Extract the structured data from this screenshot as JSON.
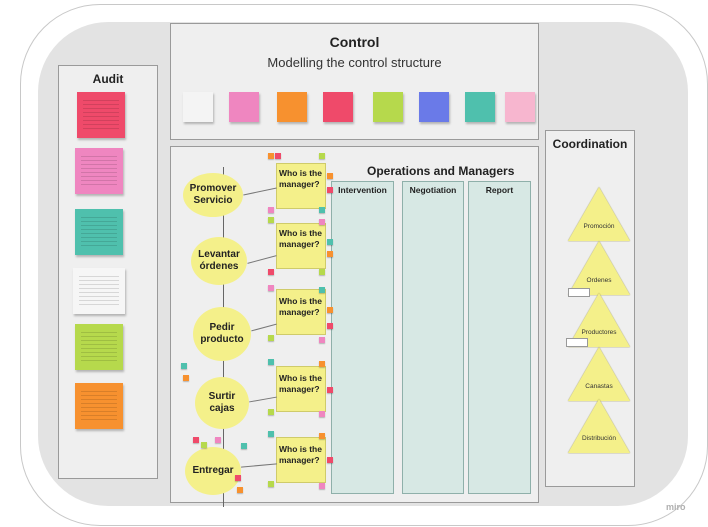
{
  "control": {
    "title": "Control",
    "subtitle": "Modelling the control structure"
  },
  "audit": {
    "title": "Audit"
  },
  "coordination": {
    "title": "Coordination",
    "items": [
      "Promoción",
      "Ordenes",
      "Productores",
      "Canastas",
      "Distribución"
    ]
  },
  "operations": {
    "title": "Operations and Managers",
    "columns": [
      "Intervention",
      "Negotiation",
      "Report"
    ],
    "processes": [
      "Promover Servicio",
      "Levantar órdenes",
      "Pedir producto",
      "Surtir cajas",
      "Entregar"
    ],
    "who_label": "Who is the manager?"
  },
  "palette": [
    "#f4f4f4",
    "#ef86c0",
    "#f7912f",
    "#ef4a6a",
    "#b6d94c",
    "#6a7ae8",
    "#4fc0ad",
    "#f7b6cf"
  ],
  "watermark": "miro"
}
